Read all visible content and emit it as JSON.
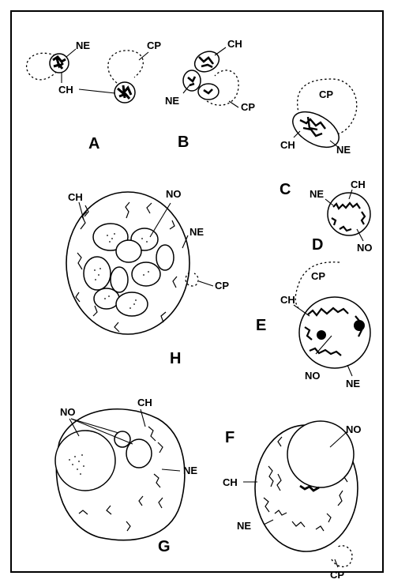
{
  "figure": {
    "panels": [
      "A",
      "B",
      "C",
      "D",
      "E",
      "F",
      "G",
      "H"
    ],
    "labels": {
      "ne": "NE",
      "ch": "CH",
      "cp": "CP",
      "no": "NO"
    }
  }
}
